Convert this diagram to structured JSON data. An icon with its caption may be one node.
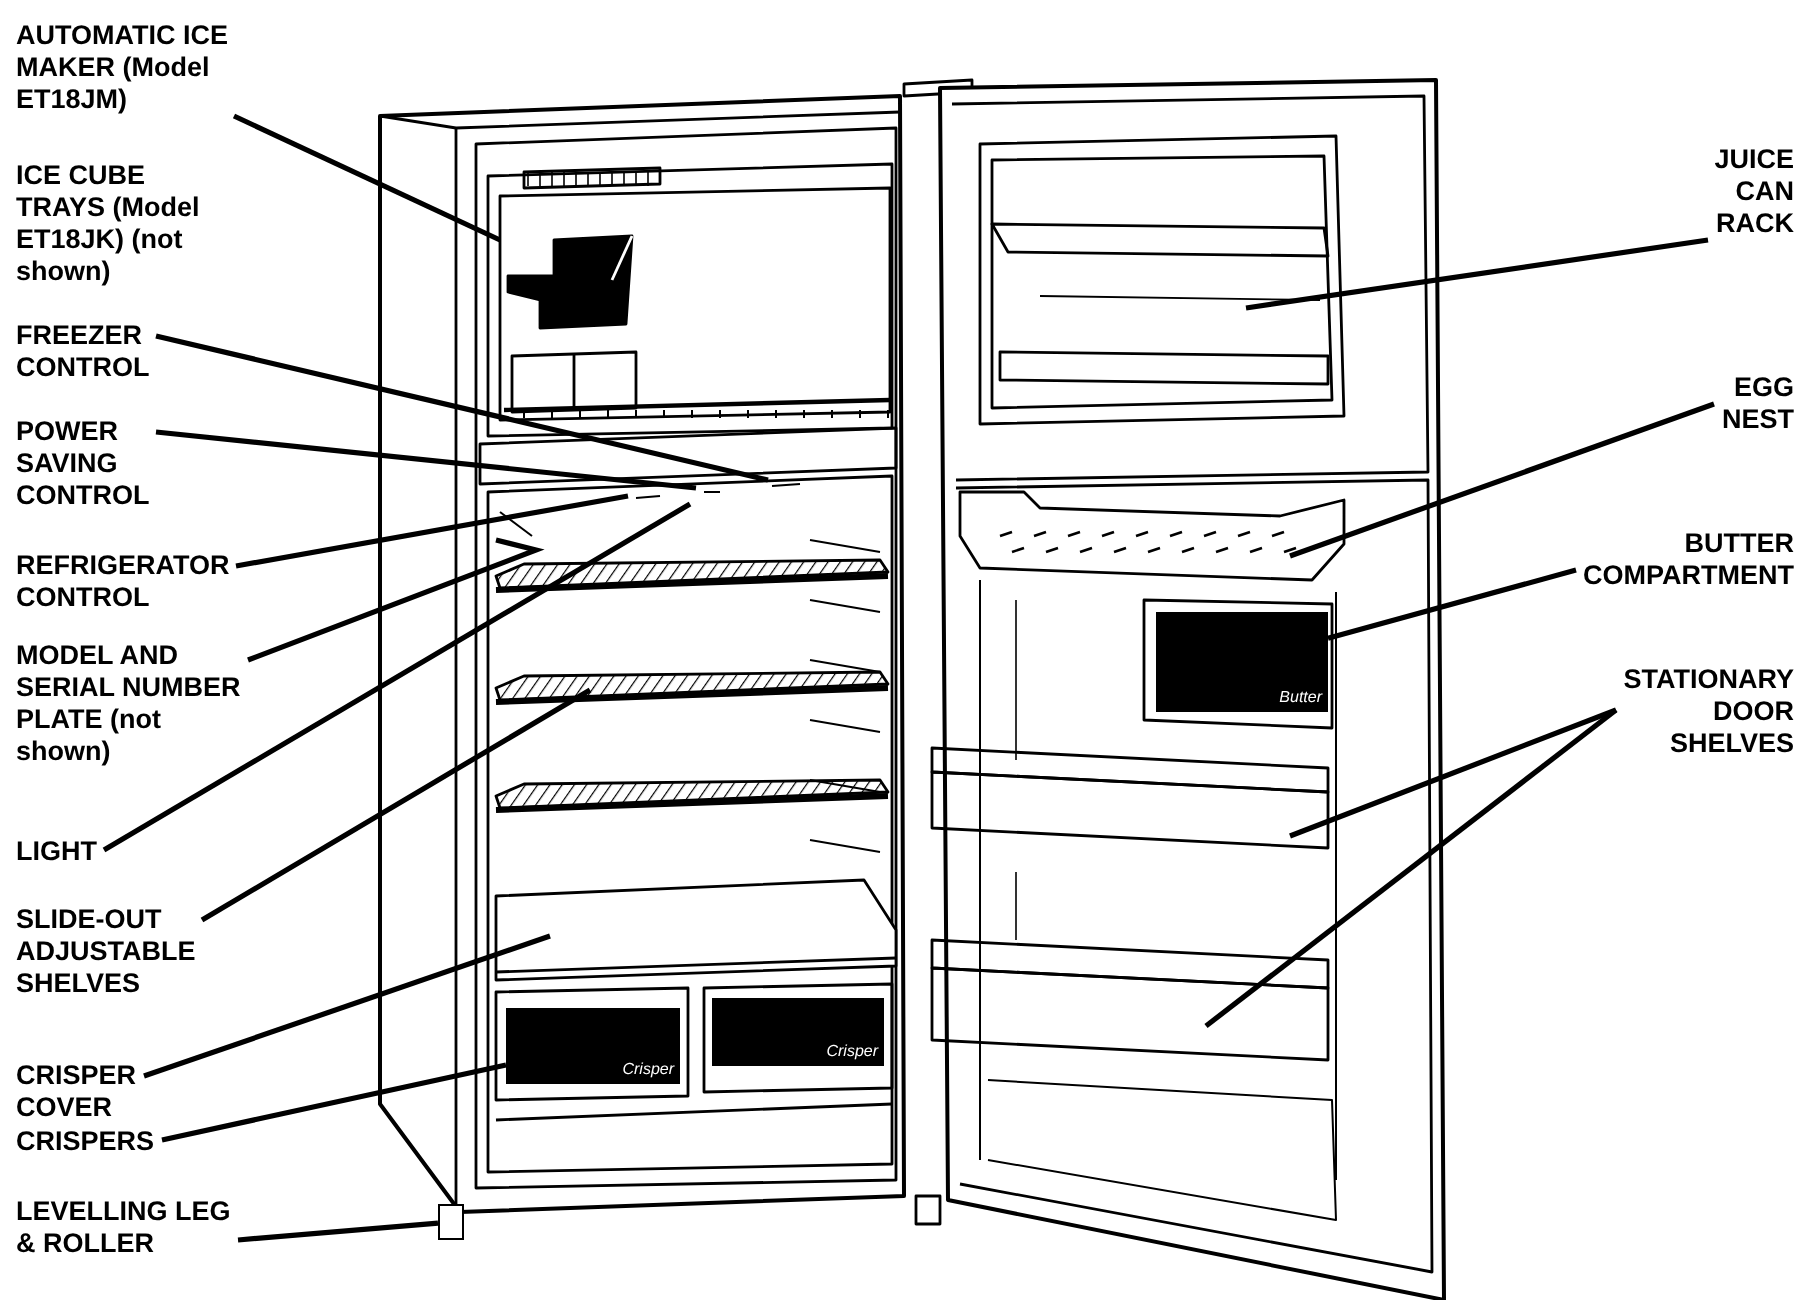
{
  "diagram": {
    "nodes": [
      {
        "text": [
          "AUTOMATIC ICE MAKER (Model ET18JM)"
        ]
      },
      {
        "text": [
          "FREEZER CONTROL"
        ]
      },
      {
        "text": [
          "POWER SAVING CONTROL"
        ]
      },
      {
        "text": [
          "REFRIGERATOR CONTROL"
        ]
      },
      {
        "text": [
          "MODEL AND SERIAL NUMBER PLATE (not shown)"
        ]
      },
      {
        "text": [
          "LIGHT"
        ]
      },
      {
        "text": [
          "SLIDE-OUT ADJUSTABLE SHELVES"
        ]
      },
      {
        "text": [
          "CRISPER COVER"
        ]
      },
      {
        "text": [
          "CRISPERS"
        ]
      },
      {
        "text": [
          "LEVELLING LEG & ROLLER"
        ]
      },
      {
        "text": [
          "JUICE CAN RACK"
        ]
      },
      {
        "text": [
          "EGG NEST"
        ]
      },
      {
        "text": [
          "BUTTER COMPARTMENT"
        ]
      },
      {
        "text": [
          "STATIONARY DOOR SHELVES"
        ]
      },
      {
        "text": [
          "Butter"
        ]
      },
      {
        "text": [
          "Crisper"
        ]
      },
      {
        "text": [
          "Crisper"
        ]
      },
      {
        "text": [],
        "shape": "box"
      }
    ],
    "edges": [
      {
        "from": 0,
        "to": null,
        "arrow": "none"
      },
      {
        "from": 1,
        "to": null,
        "arrow": "none"
      },
      {
        "from": 2,
        "to": null,
        "arrow": "none"
      },
      {
        "from": 3,
        "to": null,
        "arrow": "none"
      },
      {
        "from": 4,
        "to": null,
        "arrow": "none"
      },
      {
        "from": 5,
        "to": null,
        "arrow": "none"
      },
      {
        "from": 6,
        "to": null,
        "arrow": "none"
      },
      {
        "from": 7,
        "to": null,
        "arrow": "none"
      },
      {
        "from": 8,
        "to": 15,
        "arrow": "none"
      },
      {
        "from": 9,
        "to": 17,
        "arrow": "none"
      },
      {
        "from": 10,
        "to": null,
        "arrow": "none"
      },
      {
        "from": 11,
        "to": null,
        "arrow": "none"
      },
      {
        "from": 12,
        "to": 14,
        "arrow": "none"
      },
      {
        "from": 13,
        "to": null,
        "arrow": "none"
      },
      {
        "from": 13,
        "to": null,
        "arrow": "none"
      }
    ],
    "labels": [
      "ICE CUBE TRAYS (Model ET18JK) (not shown)"
    ]
  }
}
